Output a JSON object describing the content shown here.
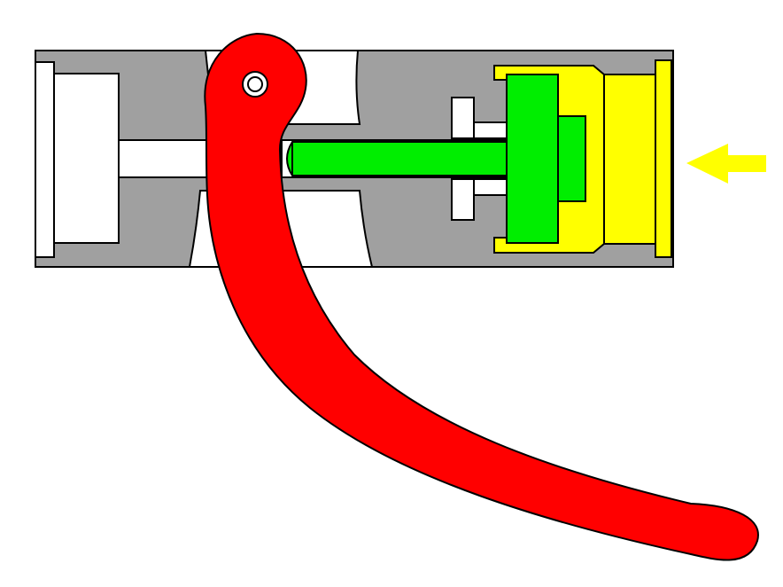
{
  "diagram": {
    "colors": {
      "housing": "#a0a0a0",
      "cavity": "#ffffff",
      "lever": "#ff0000",
      "piston": "#00ee00",
      "cap": "#ffff00",
      "arrow": "#ffff00",
      "outline": "#000000"
    },
    "parts": [
      "housing",
      "end-cap",
      "lever",
      "pivot-pin",
      "piston-rod",
      "piston-head",
      "retainer-cap",
      "force-arrow"
    ]
  }
}
